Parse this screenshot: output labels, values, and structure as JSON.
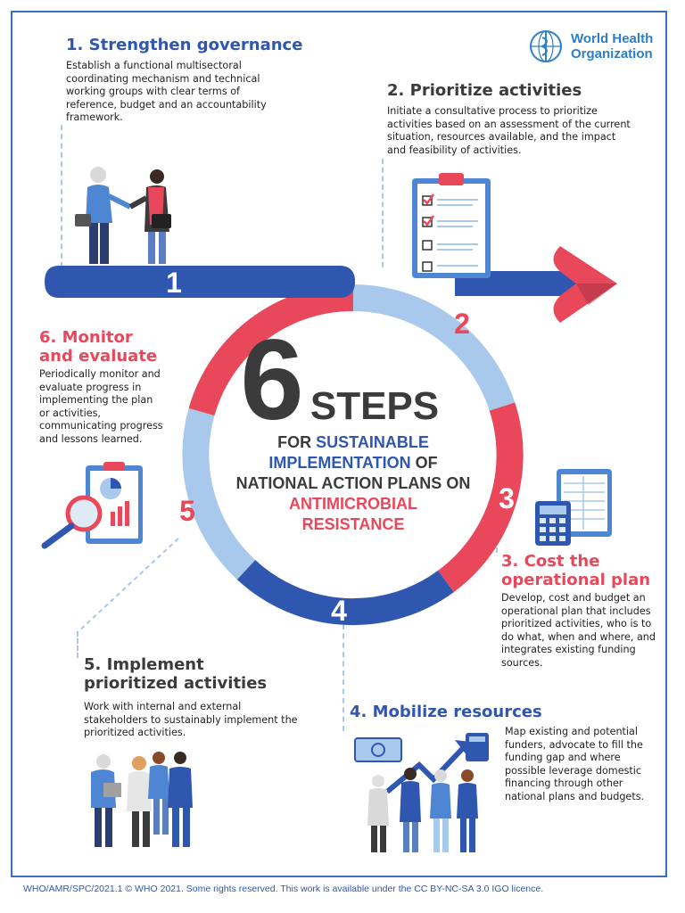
{
  "brand": {
    "org_name_line1": "World Health",
    "org_name_line2": "Organization"
  },
  "center": {
    "big_number": "6",
    "steps_word": "STEPS",
    "line1_prefix": "FOR",
    "line1_highlight": "SUSTAINABLE",
    "line2_highlight": "IMPLEMENTATION",
    "line2_suffix": "OF",
    "line3": "NATIONAL ACTION PLANS ON",
    "line4": "ANTIMICROBIAL",
    "line5": "RESISTANCE"
  },
  "ring_numbers": [
    "1",
    "2",
    "3",
    "4",
    "5",
    "6"
  ],
  "steps": [
    {
      "title": "1. Strengthen governance",
      "description": "Establish a functional multisectoral coordinating mechanism and technical working groups with clear terms of reference, budget and an accountability framework."
    },
    {
      "title": "2. Prioritize activities",
      "description": "Initiate a consultative process to prioritize activities based on an assessment of the current situation, resources available, and the impact and feasibility of activities."
    },
    {
      "title_line1": "3. Cost the",
      "title_line2": "operational plan",
      "description": "Develop, cost and budget an operational plan that includes prioritized activities, who is to do what, when and where, and integrates existing funding sources."
    },
    {
      "title": "4. Mobilize resources",
      "description": "Map existing and potential funders, advocate to fill the funding gap and where possible leverage domestic financing through other national plans and budgets."
    },
    {
      "title_line1": "5. Implement",
      "title_line2": "prioritized activities",
      "description": "Work with internal and external stakeholders to sustainably implement the prioritized activities."
    },
    {
      "title_line1": "6. Monitor",
      "title_line2": "and evaluate",
      "description": "Periodically monitor and evaluate progress in implementing the plan or activities, communicating progress and lessons learned."
    }
  ],
  "footer": {
    "text": "WHO/AMR/SPC/2021.1  © WHO 2021. Some rights reserved. This work is available under the CC BY-NC-SA 3.0 IGO licence."
  },
  "colors": {
    "blue_dark": "#2f57b0",
    "blue_light": "#a9c9ec",
    "red": "#e9485a",
    "text_gray": "#3b3b3b"
  }
}
